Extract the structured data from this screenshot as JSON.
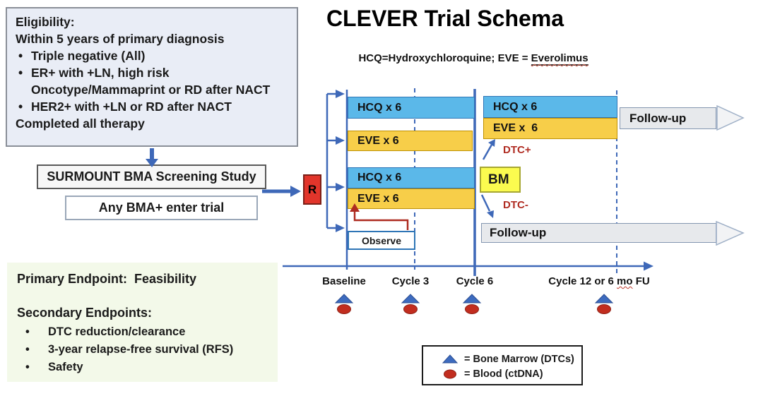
{
  "title": "CLEVER Trial Schema",
  "subtitle": {
    "prefix": "HCQ=Hydroxychloroquine; EVE = ",
    "underlined": "Everolimus"
  },
  "eligibility": {
    "heading": "Eligibility:",
    "intro": "Within 5 years of primary diagnosis",
    "bullets": [
      "Triple negative (All)",
      "ER+ with +LN, high risk\nOncotype/Mammaprint or RD after NACT",
      "HER2+ with +LN or RD after NACT"
    ],
    "outro": "Completed all therapy"
  },
  "flow": {
    "screening_box": "SURMOUNT BMA Screening Study",
    "entry_box": "Any BMA+ enter trial",
    "randomization": "R"
  },
  "arms": {
    "arm1_hcq": "HCQ x 6",
    "arm2_eve": "EVE x 6",
    "arm3_hcq": "HCQ x 6",
    "arm3_eve": "EVE x 6",
    "observe": "Observe"
  },
  "post_cycle6": {
    "hcq": "HCQ x 6",
    "eve": "EVE x  6",
    "bm_box": "BM",
    "dtc_positive": "DTC+",
    "dtc_negative": "DTC-",
    "followup_top": "Follow-up",
    "followup_bottom": "Follow-up"
  },
  "timeline": {
    "ticks": [
      "Baseline",
      "Cycle 3",
      "Cycle 6",
      "Cycle 12 or 6 mo FU"
    ],
    "tick4_parts": {
      "prefix": "Cycle 12 or 6 ",
      "underlined": "mo",
      "suffix": " FU"
    }
  },
  "legend": {
    "items": [
      {
        "icon": "blue-triangle",
        "label": "= Bone Marrow (DTCs)"
      },
      {
        "icon": "red-dot",
        "label": "= Blood (ctDNA)"
      }
    ]
  },
  "endpoints": {
    "primary": "Primary Endpoint:  Feasibility",
    "secondary_heading": "Secondary Endpoints:",
    "secondary_items": [
      "DTC reduction/clearance",
      "3-year relapse-free survival (RFS)",
      "Safety"
    ]
  },
  "colors": {
    "hcq_bar": "#5bb8e9",
    "eve_bar": "#f7ce49",
    "followup_bar": "#e7e9ec",
    "bm_box": "#fbfb4f",
    "r_box": "#e2352b",
    "dtc_label": "#b02c22",
    "diagram_blue": "#3e68b8",
    "blood_marker_red": "#c22d1f",
    "eligibility_bg": "#e9edf6",
    "endpoints_bg": "#f3f9e9"
  }
}
